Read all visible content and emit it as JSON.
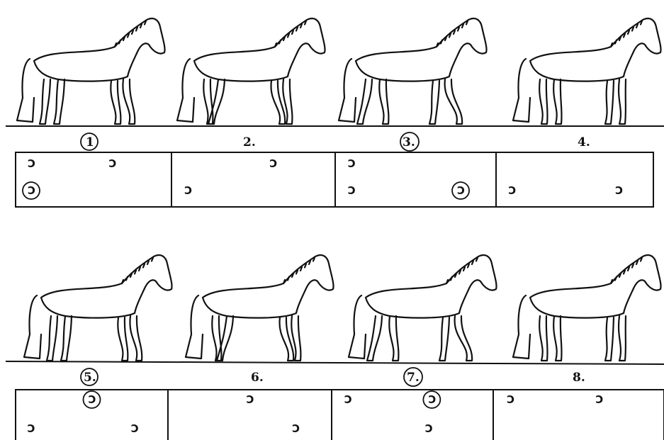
{
  "rows": [
    {
      "frames": [
        {
          "label": "1",
          "circled": true,
          "prints": [
            {
              "pos": "tl",
              "circled": false
            },
            {
              "pos": "tr",
              "circled": false
            },
            {
              "pos": "bl",
              "circled": true
            }
          ]
        },
        {
          "label": "2.",
          "circled": false,
          "prints": [
            {
              "pos": "tr",
              "circled": false
            },
            {
              "pos": "bl",
              "circled": false
            }
          ]
        },
        {
          "label": "3.",
          "circled": true,
          "prints": [
            {
              "pos": "tl",
              "circled": false
            },
            {
              "pos": "bl",
              "circled": false
            },
            {
              "pos": "br",
              "circled": true
            }
          ]
        },
        {
          "label": "4.",
          "circled": false,
          "prints": [
            {
              "pos": "bl",
              "circled": false
            },
            {
              "pos": "br",
              "circled": false
            }
          ]
        }
      ]
    },
    {
      "frames": [
        {
          "label": "5.",
          "circled": true,
          "prints": [
            {
              "pos": "tc",
              "circled": true
            },
            {
              "pos": "bl",
              "circled": false
            },
            {
              "pos": "br",
              "circled": false
            }
          ]
        },
        {
          "label": "6.",
          "circled": false,
          "prints": [
            {
              "pos": "tc",
              "circled": false
            },
            {
              "pos": "br",
              "circled": false
            }
          ]
        },
        {
          "label": "7.",
          "circled": true,
          "prints": [
            {
              "pos": "tl",
              "circled": false
            },
            {
              "pos": "tr",
              "circled": true
            },
            {
              "pos": "bc",
              "circled": false
            }
          ]
        },
        {
          "label": "8.",
          "circled": false,
          "prints": [
            {
              "pos": "tl",
              "circled": false
            },
            {
              "pos": "tr",
              "circled": false
            }
          ]
        }
      ]
    }
  ],
  "hoofprint_glyph": "Ↄ",
  "ink_color": "#111111"
}
